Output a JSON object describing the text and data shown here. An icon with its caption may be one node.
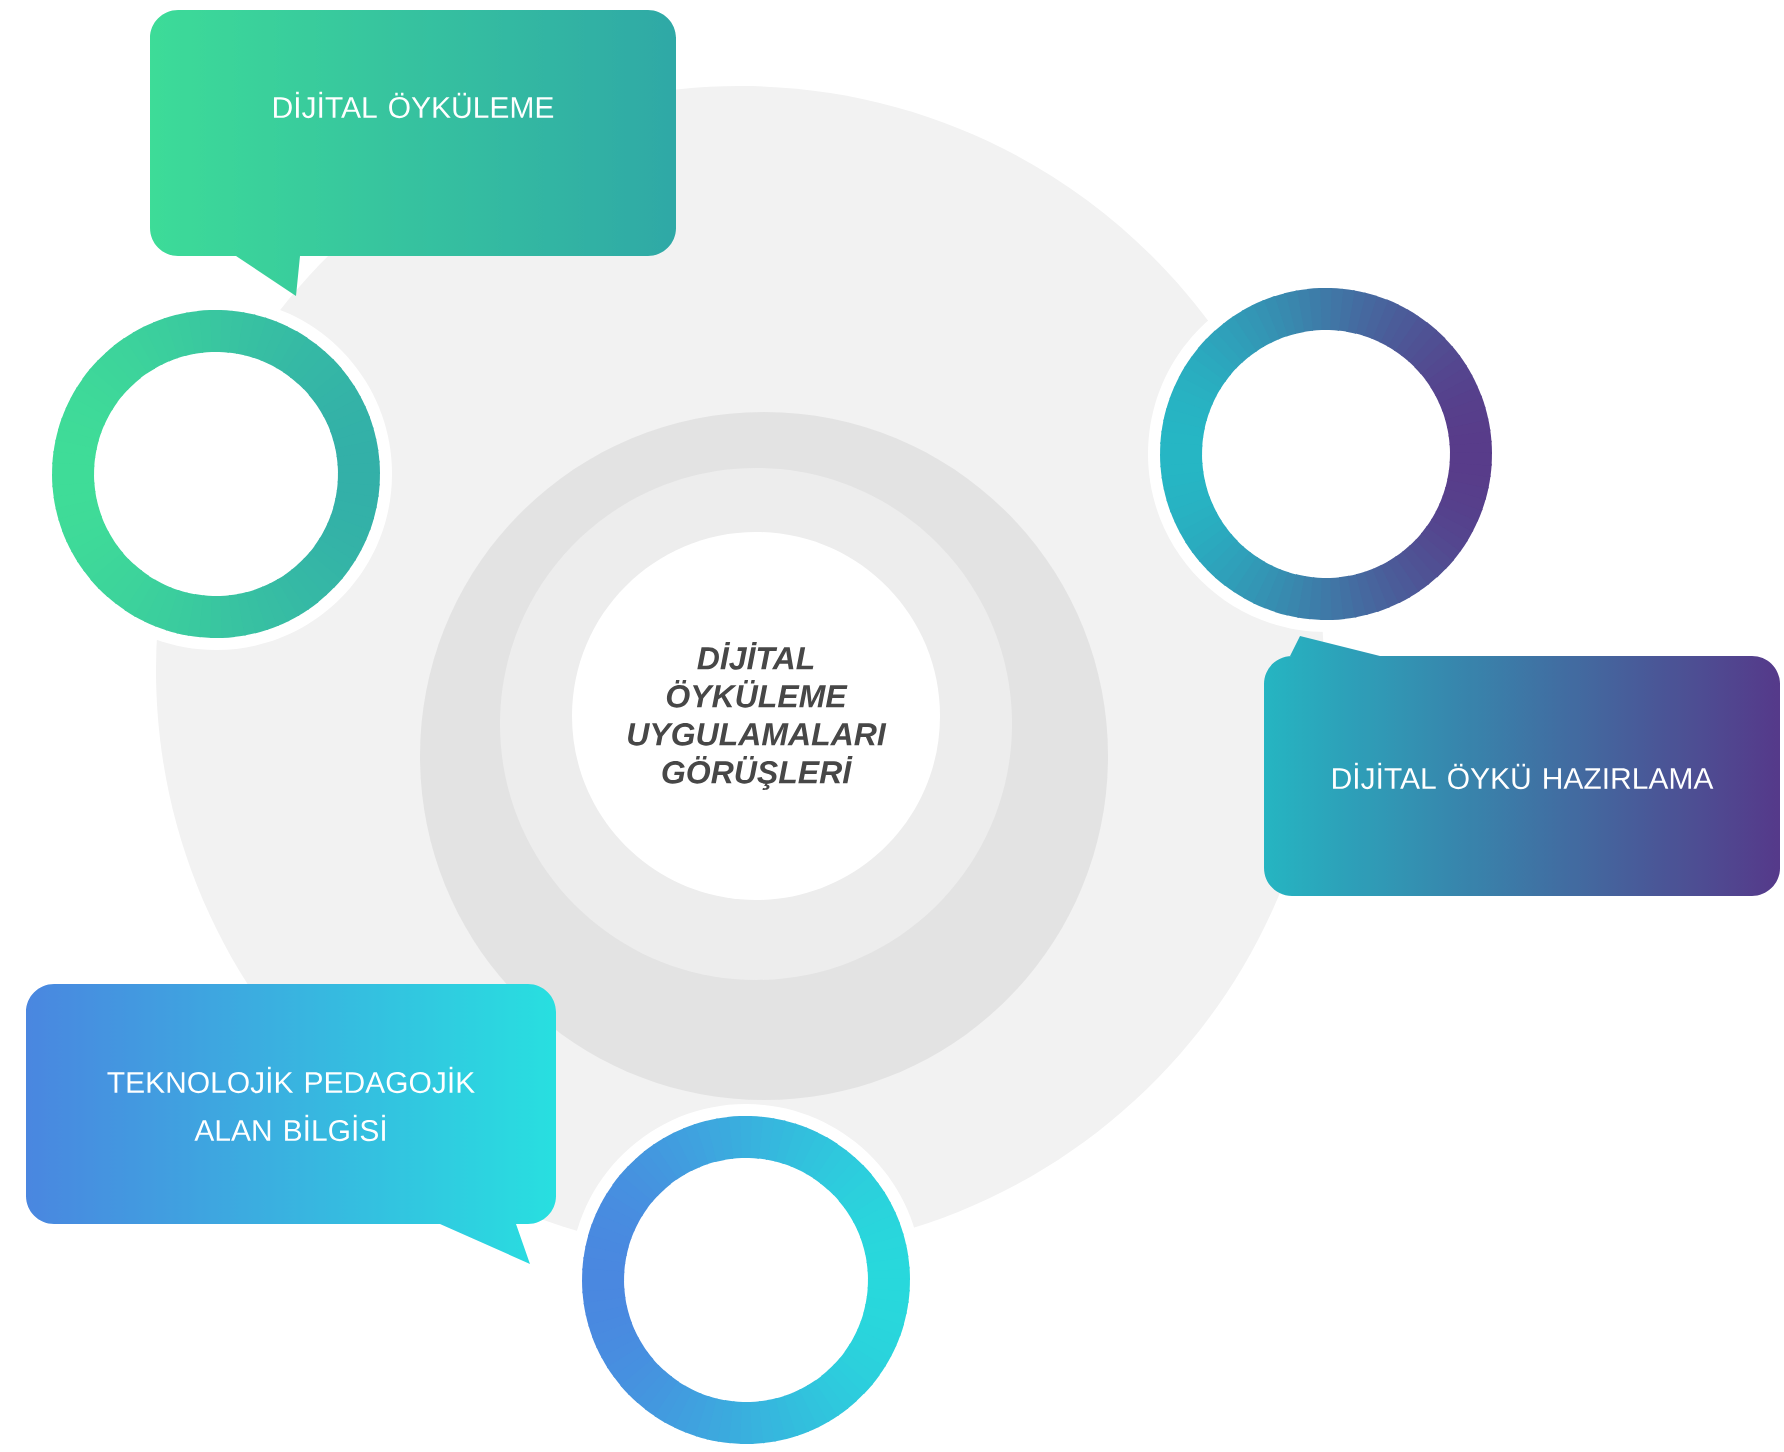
{
  "diagram": {
    "nodes": [
      {
        "text": [
          "DİJİTAL ÖYKÜLEME"
        ]
      },
      {
        "text": [],
        "shape": "circle"
      },
      {
        "text": [],
        "shape": "circle"
      },
      {
        "text": [
          "DİJİTAL ÖYKÜLEME UYGULAMALARI GÖRÜŞLERİ"
        ]
      },
      {
        "text": [
          "DİJİTAL ÖYKÜ HAZIRLAMA"
        ]
      },
      {
        "text": [
          "TEKNOLOJİK PEDAGOJİK ALAN BİLGİSİ"
        ]
      },
      {
        "text": [],
        "shape": "circle"
      }
    ]
  }
}
